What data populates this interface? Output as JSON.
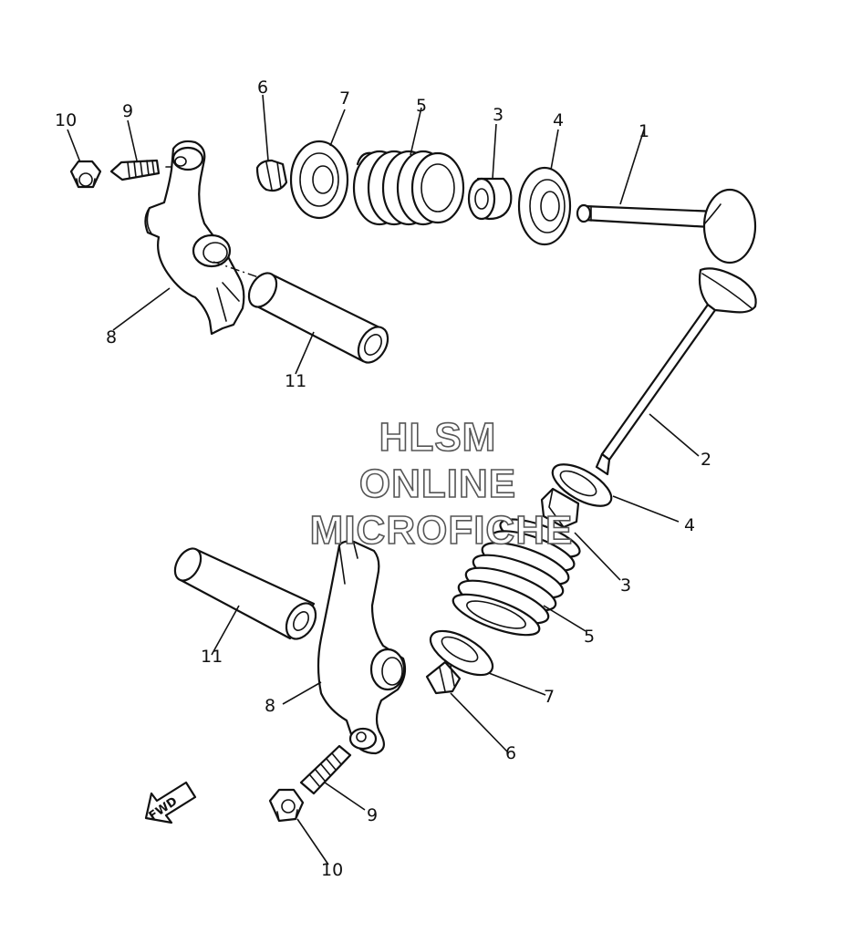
{
  "watermark": {
    "line1": "HLSM",
    "line2": "ONLINE",
    "line3": "MICROFICHE"
  },
  "direction_arrow": {
    "label": "FWD",
    "icon": "fwd-arrow-icon"
  },
  "callouts": {
    "top": {
      "p1": "1",
      "p3": "3",
      "p4": "4",
      "p5": "5",
      "p6": "6",
      "p7": "7",
      "p8": "8",
      "p9": "9",
      "p10": "10",
      "p11": "11"
    },
    "bottom": {
      "p2": "2",
      "p3": "3",
      "p4": "4",
      "p5": "5",
      "p6": "6",
      "p7": "7",
      "p8": "8",
      "p9": "9",
      "p10": "10",
      "p11": "11"
    }
  },
  "parts": {
    "p1": "intake-valve",
    "p2": "exhaust-valve",
    "p3": "valve-stem-seal",
    "p4": "spring-seat",
    "p5": "valve-spring",
    "p6": "valve-cotter",
    "p7": "spring-retainer",
    "p8": "rocker-arm",
    "p9": "adjusting-screw",
    "p10": "lock-nut",
    "p11": "rocker-shaft"
  }
}
